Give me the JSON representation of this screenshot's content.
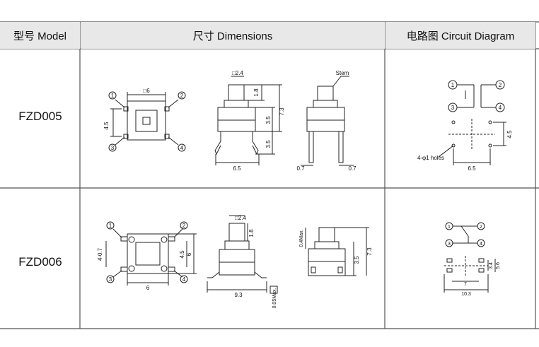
{
  "header": {
    "model": "型号 Model",
    "dimensions": "尺寸 Dimensions",
    "circuit": "电路图 Circuit Diagram"
  },
  "rows": [
    {
      "model": "FZD005",
      "labels": {
        "pin1": "1",
        "pin2": "2",
        "pin3": "3",
        "pin4": "4",
        "body": "□6",
        "side": "4.5",
        "cap": "□2.4",
        "stem": "Stem",
        "h_top": "1.8",
        "h_total": "7.3",
        "h_body": "3.5",
        "h_leg": "3.5",
        "width": "6.5",
        "lead_l": "0.7",
        "lead_r": "0.7",
        "holes": "4-φ1 holes",
        "pitch_v": "4.5",
        "pitch_h": "6.5"
      }
    },
    {
      "model": "FZD006",
      "labels": {
        "pin1": "1",
        "pin2": "2",
        "pin3": "3",
        "pin4": "4",
        "side_l": "4-0.7",
        "side_r": "4.5",
        "side_rr": "6",
        "body": "6",
        "cap": "□2.4",
        "h_top": "1.8",
        "width": "9.3",
        "tol": "0.05Max.",
        "max04": "0.4Max.",
        "h_body": "3.5",
        "h_total": "7.3",
        "c_v1": "3.4",
        "c_v2": "5.6",
        "c_h1": "7",
        "c_h2": "10.3"
      }
    }
  ]
}
